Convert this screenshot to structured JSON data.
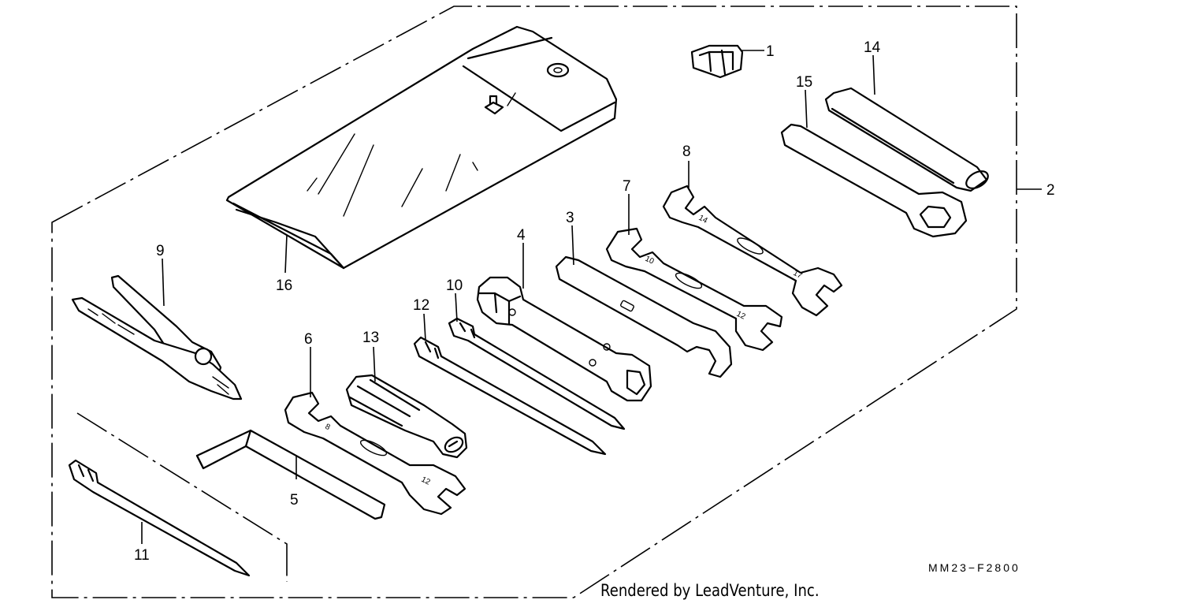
{
  "diagram_code": "MM23−F2800",
  "credit": "Rendered by LeadVenture, Inc.",
  "callouts": [
    {
      "id": "1",
      "part": "holder-clip"
    },
    {
      "id": "2",
      "part": "tool-set-group"
    },
    {
      "id": "3",
      "part": "pin-spanner"
    },
    {
      "id": "4",
      "part": "spark-plug-box-wrench"
    },
    {
      "id": "5",
      "part": "hex-key"
    },
    {
      "id": "6",
      "part": "open-end-wrench-8x12"
    },
    {
      "id": "7",
      "part": "open-end-wrench-10x12"
    },
    {
      "id": "8",
      "part": "open-end-wrench-14x17"
    },
    {
      "id": "9",
      "part": "pliers"
    },
    {
      "id": "10",
      "part": "phillips-screwdriver"
    },
    {
      "id": "11",
      "part": "screwdriver-long"
    },
    {
      "id": "12",
      "part": "flat-screwdriver"
    },
    {
      "id": "13",
      "part": "screwdriver-grip"
    },
    {
      "id": "14",
      "part": "extension-bar"
    },
    {
      "id": "15",
      "part": "ring-wrench"
    },
    {
      "id": "16",
      "part": "tool-bag"
    }
  ],
  "wrench_marks": {
    "w6_end1": "8",
    "w6_end2": "12",
    "w7_end1": "10",
    "w7_end2": "12",
    "w8_end1": "14",
    "w8_end2": "17"
  }
}
